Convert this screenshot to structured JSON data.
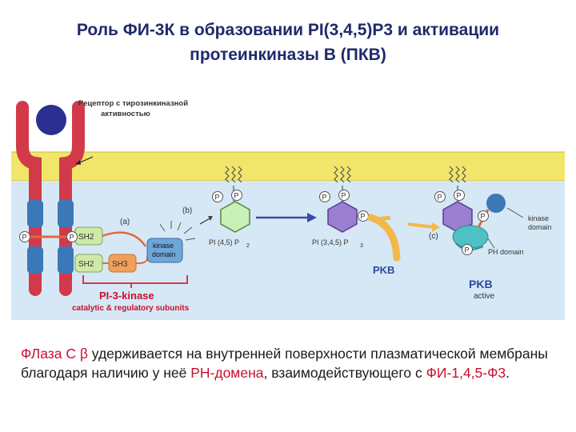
{
  "title": {
    "line1": "Роль ФИ-3К в образовании PI(3,4,5)P3 и активации",
    "line2": "протеинкиназы В (ПКВ)"
  },
  "diagram": {
    "receptor_label_1": "Рецептор с тирозинкиназной",
    "receptor_label_2": "активностью",
    "step_a": "(a)",
    "step_b": "(b)",
    "step_c": "(c)",
    "p": "P",
    "sh2": "SH2",
    "sh3": "SH3",
    "kinase_domain_1": "kinase",
    "kinase_domain_2": "domain",
    "pi45p2": "PI (4,5) P",
    "pi45p2_sub": "2",
    "pi345p3": "PI (3,4,5) P",
    "pi345p3_sub": "3",
    "pkb": "PKB",
    "pkb_active": "PKB",
    "active": "active",
    "kinase_domain_right_1": "kinase",
    "kinase_domain_right_2": "domain",
    "ph_domain": "PH domain",
    "pi3k_title": "PI-3-kinase",
    "pi3k_subtitle": "catalytic & regulatory subunits",
    "colors": {
      "membrane_yellow": "#f2e66a",
      "cytoplasm_blue": "#d6e8f5",
      "receptor_red": "#d23a4a",
      "receptor_blue": "#3a78b8",
      "sh_green": "#cfe9a6",
      "kinase_blue": "#6ea6d8",
      "pip2_green": "#c9f0b8",
      "pip3_purple": "#9b7fd1",
      "pkb_teal": "#4fc1c4",
      "label_red": "#c8102e"
    }
  },
  "caption": {
    "part1": "ФЛаза С β",
    "part2": " удерживается на внутренней поверхности плазматической мембраны благодаря наличию у неё ",
    "part3": "РН-домена",
    "part4": ", взаимодействующего с ",
    "part5": "ФИ-1,4,5-Ф3",
    "part6": "."
  }
}
